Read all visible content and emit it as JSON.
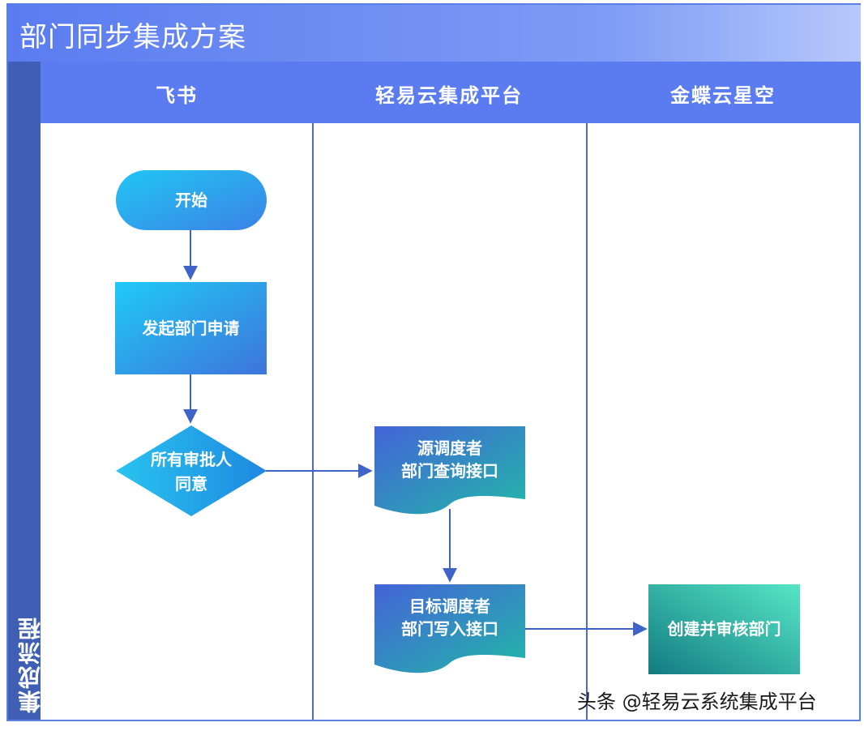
{
  "title": "部门同步集成方案",
  "side_label": "集成流程",
  "lanes": [
    "飞书",
    "轻易云集成平台",
    "金蝶云星空"
  ],
  "nodes": {
    "start": "开始",
    "apply": "发起部门申请",
    "approve_line1": "所有审批人",
    "approve_line2": "同意",
    "source_line1": "源调度者",
    "source_line2": "部门查询接口",
    "target_line1": "目标调度者",
    "target_line2": "部门写入接口",
    "create": "创建并审核部门"
  },
  "watermark": "头条 @轻易云系统集成平台",
  "colors": {
    "header": "#5a7cf0",
    "side": "#3f5fb4",
    "line": "#3f63c8"
  }
}
